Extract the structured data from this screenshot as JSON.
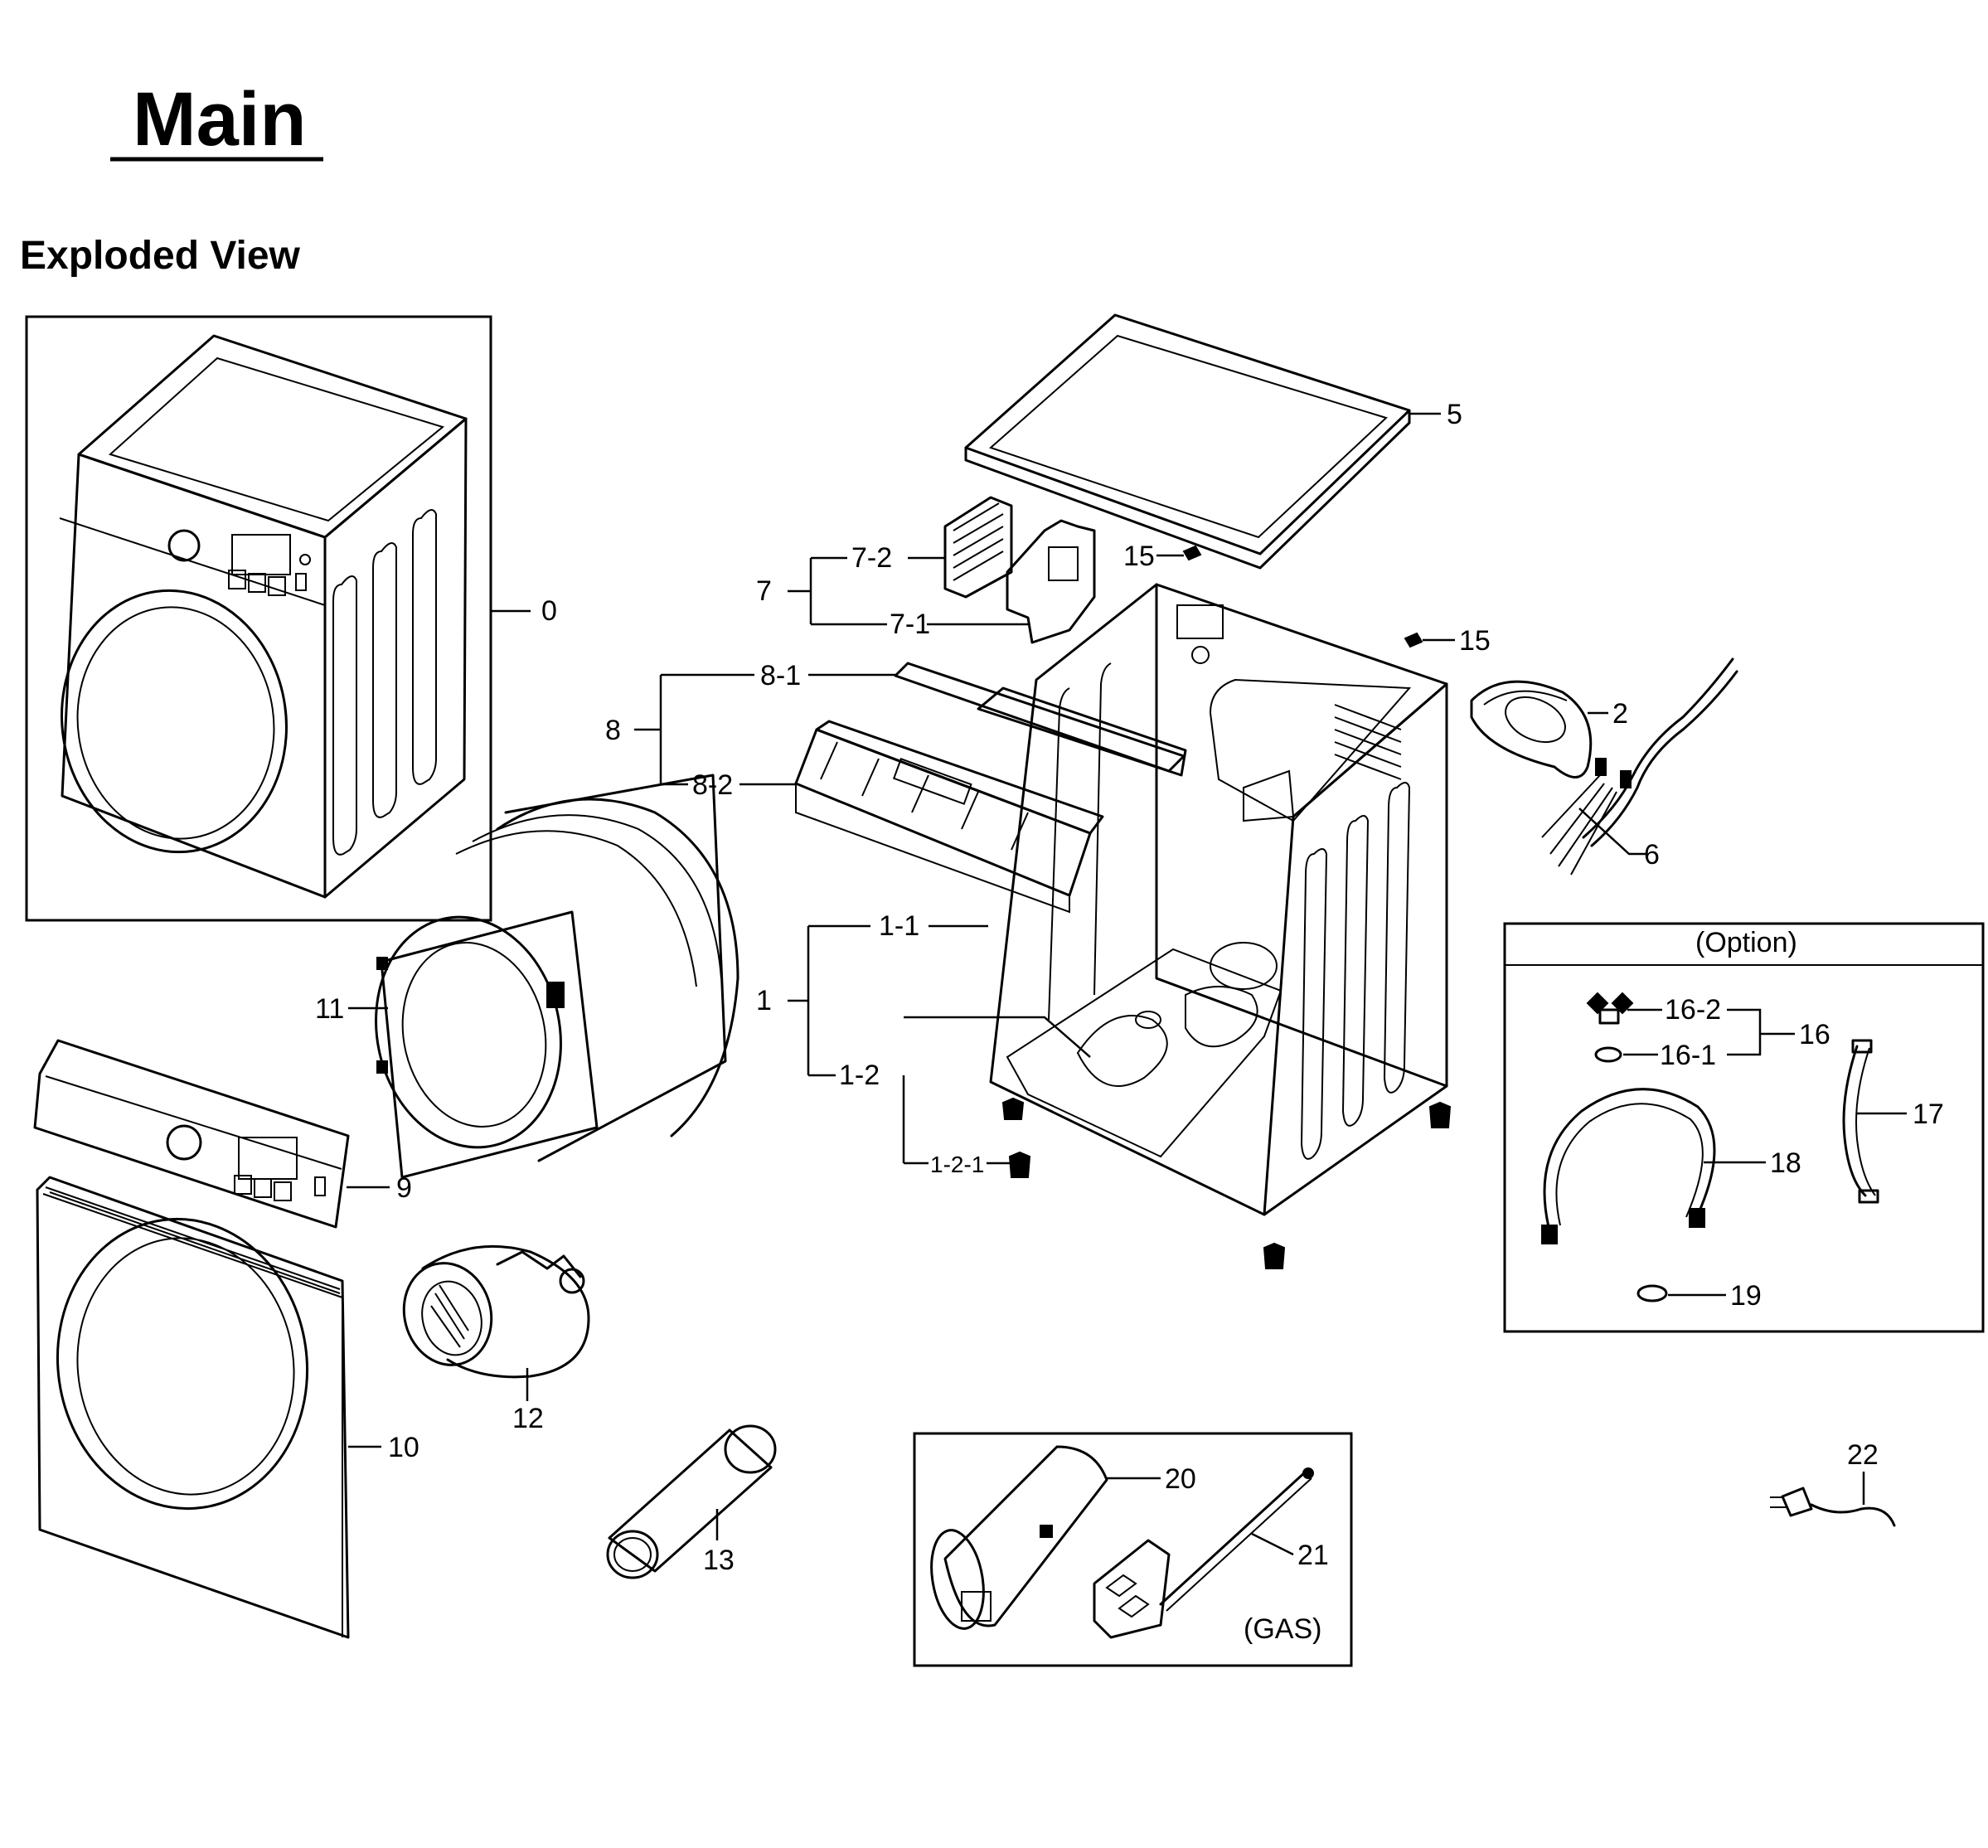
{
  "page_title": "Main",
  "section_title": "Exploded View",
  "option_box_label": "(Option)",
  "gas_box_label": "(GAS)",
  "callouts": {
    "c0": "0",
    "c1": "1",
    "c1_1": "1-1",
    "c1_2": "1-2",
    "c1_2_1": "1-2-1",
    "c2": "2",
    "c5": "5",
    "c6": "6",
    "c7": "7",
    "c7_1": "7-1",
    "c7_2": "7-2",
    "c8": "8",
    "c8_1": "8-1",
    "c8_2": "8-2",
    "c9": "9",
    "c10": "10",
    "c11": "11",
    "c12": "12",
    "c13": "13",
    "c15a": "15",
    "c15b": "15",
    "c16": "16",
    "c16_1": "16-1",
    "c16_2": "16-2",
    "c17": "17",
    "c18": "18",
    "c19": "19",
    "c20": "20",
    "c21": "21",
    "c22": "22"
  }
}
